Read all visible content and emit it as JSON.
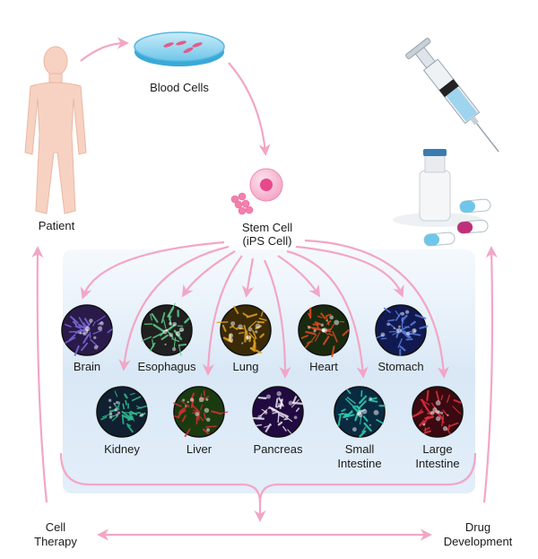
{
  "labels": {
    "patient": "Patient",
    "blood_cells": "Blood Cells",
    "stem_cell_line1": "Stem Cell",
    "stem_cell_line2": "(iPS Cell)",
    "cell_therapy_line1": "Cell",
    "cell_therapy_line2": "Therapy",
    "drug_dev_line1": "Drug",
    "drug_dev_line2": "Development"
  },
  "organs_row1": [
    {
      "label": "Brain",
      "icon": "brain-tissue-icon",
      "base": "#2a1a4a",
      "accent": "#7a6ad8"
    },
    {
      "label": "Esophagus",
      "icon": "esophagus-tissue-icon",
      "base": "#202020",
      "accent": "#5fd08a"
    },
    {
      "label": "Lung",
      "icon": "lung-tissue-icon",
      "base": "#3a2a08",
      "accent": "#e0a020"
    },
    {
      "label": "Heart",
      "icon": "heart-tissue-icon",
      "base": "#1a2a10",
      "accent": "#e04a20"
    },
    {
      "label": "Stomach",
      "icon": "stomach-tissue-icon",
      "base": "#101a50",
      "accent": "#5a7ae0"
    }
  ],
  "organs_row2": [
    {
      "label": "Kidney",
      "label2": "",
      "icon": "kidney-tissue-icon",
      "base": "#102030",
      "accent": "#30c090"
    },
    {
      "label": "Liver",
      "label2": "",
      "icon": "liver-tissue-icon",
      "base": "#1a3a10",
      "accent": "#d03030"
    },
    {
      "label": "Pancreas",
      "label2": "",
      "icon": "pancreas-tissue-icon",
      "base": "#200a40",
      "accent": "#e8e0f0"
    },
    {
      "label": "Small",
      "label2": "Intestine",
      "icon": "small-intestine-tissue-icon",
      "base": "#0a2a40",
      "accent": "#30d0b0"
    },
    {
      "label": "Large",
      "label2": "Intestine",
      "icon": "large-intestine-tissue-icon",
      "base": "#3a0a10",
      "accent": "#e03040"
    }
  ],
  "colors": {
    "arrow": "#f2a6c6",
    "panel": "#dbe9f7",
    "skin": "#f7cfc0",
    "dish": "#5fc3e8",
    "cell": "#f08ab0"
  }
}
